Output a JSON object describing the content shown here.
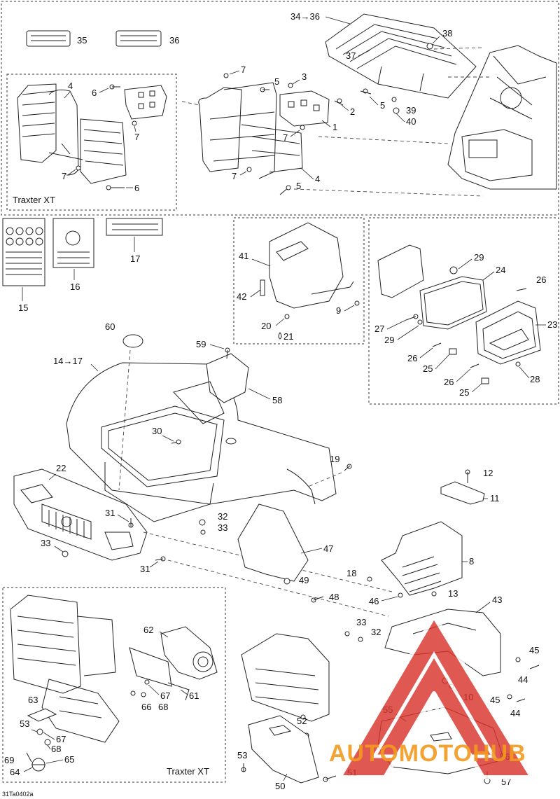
{
  "diagram": {
    "drawing_code": "31Ta0402a",
    "watermark_text": "AUTOMOTOHUB",
    "watermark_colors": {
      "red": "#d9342b",
      "orange": "#f29a1f",
      "gray": "#8a8a8a"
    },
    "inset_top_title": "Traxter XT",
    "inset_bottom_title": "Traxter XT",
    "labels": {
      "l35": "35",
      "l36": "36",
      "l34_36": "34→36",
      "l38": "38",
      "l37": "37",
      "l7a": "7",
      "l5a": "5",
      "l3": "3",
      "l2": "2",
      "l1": "1",
      "l7b": "7",
      "l5b": "5",
      "l39": "39",
      "l40": "40",
      "l4a": "4",
      "l6a": "6",
      "l7c": "7",
      "l7d": "7",
      "l6b": "6",
      "l7e": "7",
      "l5c": "5",
      "l4b": "4",
      "l15": "15",
      "l16": "16",
      "l17": "17",
      "l41": "41",
      "l42": "42",
      "l9": "9",
      "l20": "20",
      "l21": "21",
      "l29a": "29",
      "l24": "24",
      "l26a": "26",
      "l23": "23",
      "l27": "27",
      "l29b": "29",
      "l26b": "26",
      "l25a": "25",
      "l26c": "26",
      "l28": "28",
      "l25b": "25",
      "l60": "60",
      "l59": "59",
      "l14_17": "14→17",
      "l58": "58",
      "l30": "30",
      "l19": "19",
      "l12": "12",
      "l22": "22",
      "l11": "11",
      "l31a": "31",
      "l32a": "32",
      "l33a": "33",
      "l47": "47",
      "l33b": "33",
      "l31b": "31",
      "l8": "8",
      "l18": "18",
      "l49": "49",
      "l13": "13",
      "l48": "48",
      "l46": "46",
      "l43": "43",
      "l33c": "33",
      "l32b": "32",
      "l45a": "45",
      "l44a": "44",
      "l10": "10",
      "l45b": "45",
      "l44b": "44",
      "l62": "62",
      "l67a": "67",
      "l61": "61",
      "l66": "66",
      "l68a": "68",
      "l63": "63",
      "l52": "52",
      "l55": "55",
      "l53a": "53",
      "l67b": "67",
      "l54": "54",
      "l68b": "68",
      "l69": "69",
      "l65": "65",
      "l64": "64",
      "l53b": "53",
      "l56": "56",
      "l50": "50",
      "l51": "51",
      "l57": "57"
    }
  }
}
